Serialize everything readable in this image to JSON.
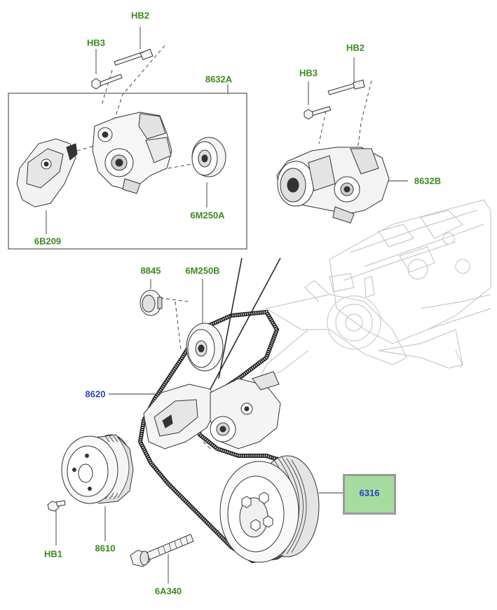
{
  "callouts": {
    "hb2_top": "HB2",
    "hb3_top": "HB3",
    "a8632": "8632A",
    "hb2_right": "HB2",
    "hb3_right": "HB3",
    "b8632": "8632B",
    "p6m250a": "6M250A",
    "p6b209": "6B209",
    "p8845": "8845",
    "p6m250b": "6M250B",
    "p8620": "8620",
    "p6316": "6316",
    "hb1": "HB1",
    "p8610": "8610",
    "p6a340": "6A340"
  },
  "colors": {
    "label_green": "#3a8a1e",
    "label_blue": "#2a3fbf",
    "highlight_fill": "#a6dca0",
    "highlight_border": "#9a9a9a",
    "drawing": "#333333",
    "ghost": "#c9c9c9"
  }
}
